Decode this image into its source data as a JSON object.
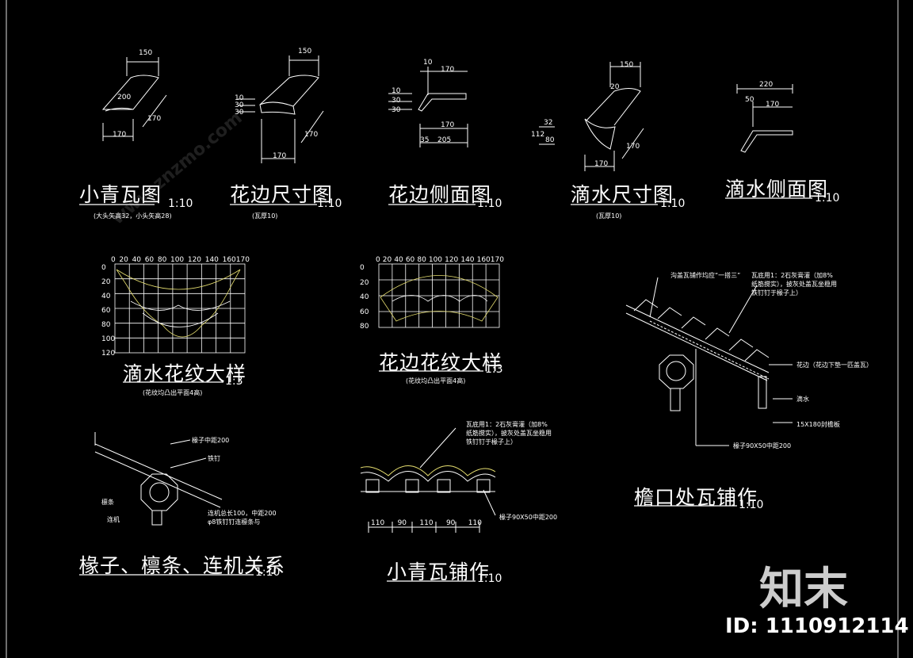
{
  "sheet": {
    "views": [
      {
        "id": "v1",
        "title": "小青瓦图",
        "scale": "1:10",
        "note": "(大头矢高32，小头矢高28)"
      },
      {
        "id": "v2",
        "title": "花边尺寸图",
        "scale": "1:10",
        "note": "(瓦厚10)"
      },
      {
        "id": "v3",
        "title": "花边侧面图",
        "scale": "1:10",
        "note": ""
      },
      {
        "id": "v4",
        "title": "滴水尺寸图",
        "scale": "1:10",
        "note": "(瓦厚10)"
      },
      {
        "id": "v5",
        "title": "滴水侧面图",
        "scale": "1:10",
        "note": ""
      },
      {
        "id": "v6",
        "title": "滴水花纹大样",
        "scale": "1:3",
        "note": "(花纹均凸出平面4高)"
      },
      {
        "id": "v7",
        "title": "花边花纹大样",
        "scale": "1:3",
        "note": "(花纹均凸出平面4高)"
      },
      {
        "id": "v8",
        "title": "檐口处瓦铺作",
        "scale": "1:10",
        "note": ""
      },
      {
        "id": "v9",
        "title": "椽子、檩条、连机关系",
        "scale": "1:10",
        "note": ""
      },
      {
        "id": "v10",
        "title": "小青瓦铺作",
        "scale": "1:10",
        "note": ""
      }
    ],
    "dims": {
      "v1": [
        "150",
        "200",
        "170",
        "170"
      ],
      "v2": [
        "150",
        "10",
        "30",
        "30",
        "170",
        "170"
      ],
      "v3": [
        "10",
        "170",
        "10",
        "30",
        "30",
        "170",
        "35",
        "205"
      ],
      "v4": [
        "150",
        "20",
        "32",
        "112",
        "80",
        "170",
        "170"
      ],
      "v5": [
        "220",
        "50",
        "170"
      ],
      "v9_spacing": [
        "110",
        "90",
        "110",
        "90",
        "110"
      ]
    },
    "grid_labels": {
      "v6_x": [
        "0",
        "20",
        "40",
        "60",
        "80",
        "100",
        "120",
        "140",
        "160170"
      ],
      "v6_y": [
        "0",
        "20",
        "40",
        "60",
        "80",
        "100",
        "120"
      ],
      "v7_x": [
        "0",
        "20",
        "40",
        "60",
        "80",
        "100",
        "120",
        "140",
        "160170"
      ],
      "v7_y": [
        "0",
        "20",
        "40",
        "60",
        "80"
      ]
    },
    "annotations": {
      "v8_top": "沟盖瓦铺作均应“一搭三”",
      "v8_right": "瓦底用1：2石灰膏灌（加8%纸筋搅实），披灰处盖瓦坐稳用铁钉钉于椽子上）",
      "v8_huabian": "花边（花边下垫一匹盖瓦）",
      "v8_dishui": "滴水",
      "v8_board": "15X180封檐板",
      "v8_rafter": "椽子90X50中距200",
      "v9_rafter": "椽子中距200",
      "v9_nail": "铁钉",
      "v9_purlin": "檩条",
      "v9_lianji": "连机",
      "v9_lianji_note": "连机总长100，中距200 φ8铁钉钉连檩条与",
      "v10_tile": "瓦底用1：2石灰膏灌（加8%纸筋搅实），披灰处盖瓦坐稳用铁钉钉于椽子上）",
      "v10_rafter": "椽子90X50中距200"
    },
    "watermark": {
      "brand": "知末",
      "id": "ID: 1110912114",
      "site": "www.znzmo.com"
    }
  }
}
